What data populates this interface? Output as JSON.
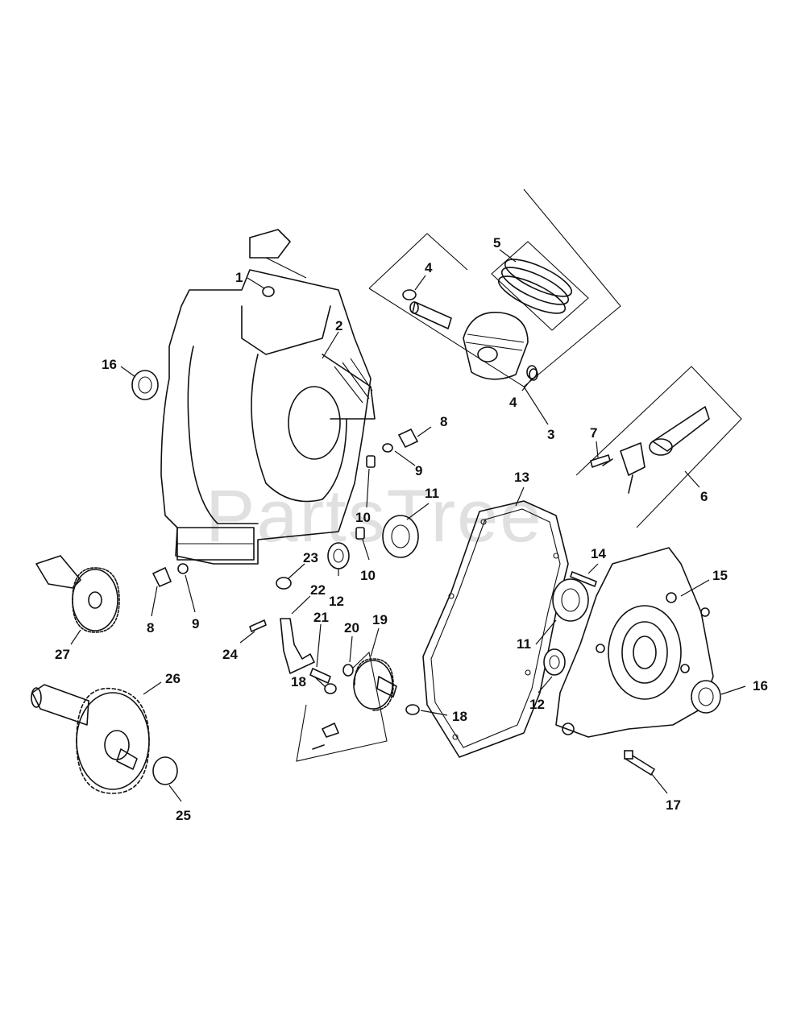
{
  "watermark": "PartsTree",
  "callouts": [
    {
      "id": "c1",
      "label": "1"
    },
    {
      "id": "c2",
      "label": "2"
    },
    {
      "id": "c3",
      "label": "3"
    },
    {
      "id": "c4a",
      "label": "4"
    },
    {
      "id": "c4b",
      "label": "4"
    },
    {
      "id": "c5",
      "label": "5"
    },
    {
      "id": "c6",
      "label": "6"
    },
    {
      "id": "c7",
      "label": "7"
    },
    {
      "id": "c8a",
      "label": "8"
    },
    {
      "id": "c8b",
      "label": "8"
    },
    {
      "id": "c9a",
      "label": "9"
    },
    {
      "id": "c9b",
      "label": "9"
    },
    {
      "id": "c10a",
      "label": "10"
    },
    {
      "id": "c10b",
      "label": "10"
    },
    {
      "id": "c11a",
      "label": "11"
    },
    {
      "id": "c11b",
      "label": "11"
    },
    {
      "id": "c12a",
      "label": "12"
    },
    {
      "id": "c12b",
      "label": "12"
    },
    {
      "id": "c13",
      "label": "13"
    },
    {
      "id": "c14",
      "label": "14"
    },
    {
      "id": "c15",
      "label": "15"
    },
    {
      "id": "c16a",
      "label": "16"
    },
    {
      "id": "c16b",
      "label": "16"
    },
    {
      "id": "c17",
      "label": "17"
    },
    {
      "id": "c18a",
      "label": "18"
    },
    {
      "id": "c18b",
      "label": "18"
    },
    {
      "id": "c19",
      "label": "19"
    },
    {
      "id": "c20",
      "label": "20"
    },
    {
      "id": "c21",
      "label": "21"
    },
    {
      "id": "c22",
      "label": "22"
    },
    {
      "id": "c23",
      "label": "23"
    },
    {
      "id": "c24",
      "label": "24"
    },
    {
      "id": "c25",
      "label": "25"
    },
    {
      "id": "c26",
      "label": "26"
    },
    {
      "id": "c27",
      "label": "27"
    }
  ]
}
